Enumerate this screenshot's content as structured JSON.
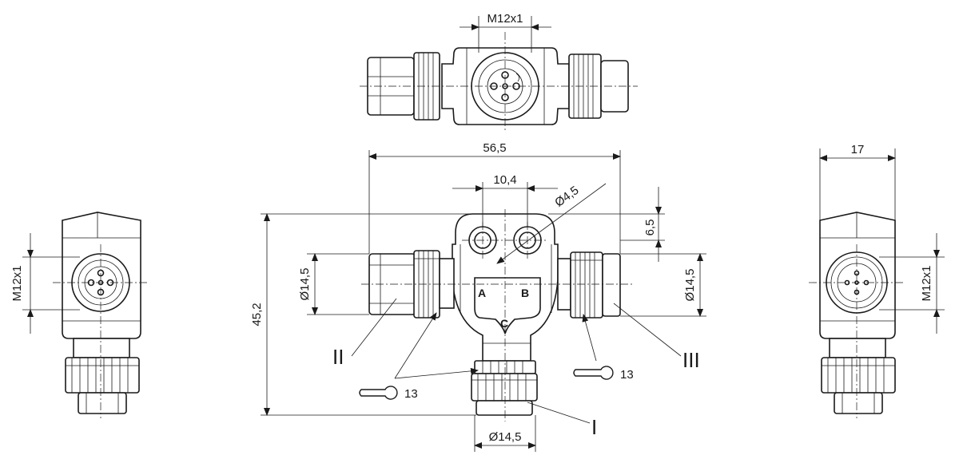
{
  "views": {
    "top": {
      "thread": "M12x1"
    },
    "front": {
      "width": "56,5",
      "hole_spacing": "10,4",
      "hole_diameter": "Ø4,5",
      "hole_offset": "6,5",
      "height": "45,2",
      "left_diameter": "Ø14,5",
      "right_diameter": "Ø14,5",
      "bottom_diameter": "Ø14,5",
      "wrench_left": "13",
      "wrench_right": "13",
      "port_a": "A",
      "port_b": "B",
      "port_c": "C",
      "label_ii": "II",
      "label_iii": "III",
      "label_i": "I"
    },
    "left": {
      "thread": "M12x1"
    },
    "right": {
      "width": "17",
      "thread": "M12x1"
    }
  }
}
